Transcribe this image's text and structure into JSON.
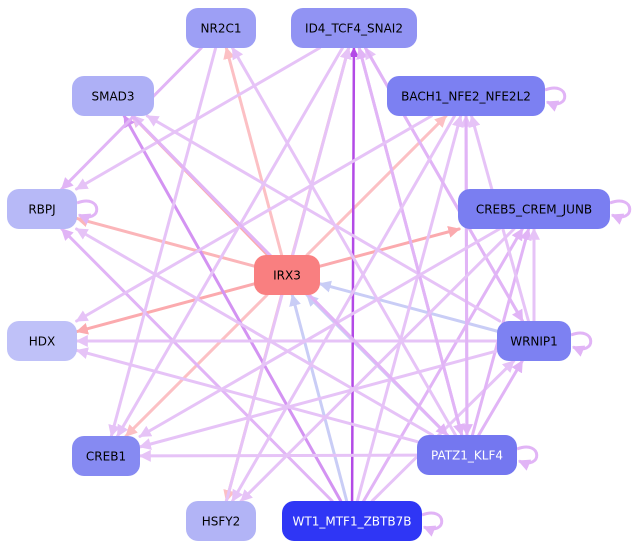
{
  "graph": {
    "type": "directed-network",
    "nodes": [
      {
        "id": "NR2C1",
        "label": "NR2C1",
        "color": "#9d9ff5",
        "text_color": "#000000"
      },
      {
        "id": "ID4_TCF4_SNAI2",
        "label": "ID4_TCF4_SNAI2",
        "color": "#9193f3",
        "text_color": "#000000"
      },
      {
        "id": "SMAD3",
        "label": "SMAD3",
        "color": "#aeb0f6",
        "text_color": "#000000"
      },
      {
        "id": "BACH1_NFE2_NFE2L2",
        "label": "BACH1_NFE2_NFE2L2",
        "color": "#7c80f2",
        "text_color": "#000000"
      },
      {
        "id": "RBPJ",
        "label": "RBPJ",
        "color": "#b7b9f7",
        "text_color": "#000000"
      },
      {
        "id": "CREB5_CREM_JUNB",
        "label": "CREB5_CREM_JUNB",
        "color": "#7a7ef1",
        "text_color": "#000000"
      },
      {
        "id": "IRX3",
        "label": "IRX3",
        "color": "#f97f80",
        "text_color": "#000000"
      },
      {
        "id": "HDX",
        "label": "HDX",
        "color": "#bfc1f8",
        "text_color": "#000000"
      },
      {
        "id": "WRNIP1",
        "label": "WRNIP1",
        "color": "#7d81f2",
        "text_color": "#000000"
      },
      {
        "id": "CREB1",
        "label": "CREB1",
        "color": "#868af2",
        "text_color": "#000000"
      },
      {
        "id": "PATZ1_KLF4",
        "label": "PATZ1_KLF4",
        "color": "#7477f0",
        "text_color": "#ffffff"
      },
      {
        "id": "HSFY2",
        "label": "HSFY2",
        "color": "#b2b4f6",
        "text_color": "#000000"
      },
      {
        "id": "WT1_MTF1_ZBTB7B",
        "label": "WT1_MTF1_ZBTB7B",
        "color": "#2f36f5",
        "text_color": "#ffffff"
      }
    ],
    "edges": [
      {
        "source": "IRX3",
        "target": "NR2C1",
        "color": "#fcc0c4"
      },
      {
        "source": "IRX3",
        "target": "ID4_TCF4_SNAI2",
        "color": "#fcc0c4"
      },
      {
        "source": "IRX3",
        "target": "SMAD3",
        "color": "#fbaaae"
      },
      {
        "source": "IRX3",
        "target": "BACH1_NFE2_NFE2L2",
        "color": "#fcc0c4"
      },
      {
        "source": "IRX3",
        "target": "RBPJ",
        "color": "#fbb5b9"
      },
      {
        "source": "IRX3",
        "target": "CREB5_CREM_JUNB",
        "color": "#fbaaae"
      },
      {
        "source": "IRX3",
        "target": "HDX",
        "color": "#fbaaae"
      },
      {
        "source": "IRX3",
        "target": "CREB1",
        "color": "#fcc0c4"
      },
      {
        "source": "IRX3",
        "target": "HSFY2",
        "color": "#fcc0c4"
      },
      {
        "source": "WRNIP1",
        "target": "IRX3",
        "color": "#c9cdf6"
      },
      {
        "source": "PATZ1_KLF4",
        "target": "IRX3",
        "color": "#c9cdf6"
      },
      {
        "source": "WT1_MTF1_ZBTB7B",
        "target": "IRX3",
        "color": "#c9cdf6"
      },
      {
        "source": "WT1_MTF1_ZBTB7B",
        "target": "ID4_TCF4_SNAI2",
        "color": "#b34ae6"
      },
      {
        "source": "WT1_MTF1_ZBTB7B",
        "target": "SMAD3",
        "color": "#d393f2"
      },
      {
        "source": "WT1_MTF1_ZBTB7B",
        "target": "BACH1_NFE2_NFE2L2",
        "color": "#e6c3f7"
      },
      {
        "source": "WT1_MTF1_ZBTB7B",
        "target": "CREB5_CREM_JUNB",
        "color": "#e1b4f6"
      },
      {
        "source": "WT1_MTF1_ZBTB7B",
        "target": "RBPJ",
        "color": "#e1b4f6"
      },
      {
        "source": "WT1_MTF1_ZBTB7B",
        "target": "WRNIP1",
        "color": "#e6c3f7"
      },
      {
        "source": "WT1_MTF1_ZBTB7B",
        "target": "WT1_MTF1_ZBTB7B",
        "color": "#e1b4f6"
      },
      {
        "source": "PATZ1_KLF4",
        "target": "ID4_TCF4_SNAI2",
        "color": "#e1b4f6"
      },
      {
        "source": "PATZ1_KLF4",
        "target": "BACH1_NFE2_NFE2L2",
        "color": "#e6c3f7"
      },
      {
        "source": "PATZ1_KLF4",
        "target": "CREB5_CREM_JUNB",
        "color": "#e1b4f6"
      },
      {
        "source": "PATZ1_KLF4",
        "target": "SMAD3",
        "color": "#e6c3f7"
      },
      {
        "source": "PATZ1_KLF4",
        "target": "RBPJ",
        "color": "#e6c3f7"
      },
      {
        "source": "PATZ1_KLF4",
        "target": "HDX",
        "color": "#e6c3f7"
      },
      {
        "source": "PATZ1_KLF4",
        "target": "CREB1",
        "color": "#e6c3f7"
      },
      {
        "source": "PATZ1_KLF4",
        "target": "WRNIP1",
        "color": "#e1b4f6"
      },
      {
        "source": "PATZ1_KLF4",
        "target": "PATZ1_KLF4",
        "color": "#e1b4f6"
      },
      {
        "source": "PATZ1_KLF4",
        "target": "NR2C1",
        "color": "#e6c3f7"
      },
      {
        "source": "WRNIP1",
        "target": "CREB5_CREM_JUNB",
        "color": "#e6c3f7"
      },
      {
        "source": "WRNIP1",
        "target": "BACH1_NFE2_NFE2L2",
        "color": "#e6c3f7"
      },
      {
        "source": "WRNIP1",
        "target": "ID4_TCF4_SNAI2",
        "color": "#e6c3f7"
      },
      {
        "source": "WRNIP1",
        "target": "SMAD3",
        "color": "#e6c3f7"
      },
      {
        "source": "WRNIP1",
        "target": "HDX",
        "color": "#e6c3f7"
      },
      {
        "source": "WRNIP1",
        "target": "CREB1",
        "color": "#e6c3f7"
      },
      {
        "source": "WRNIP1",
        "target": "WRNIP1",
        "color": "#e1b4f6"
      },
      {
        "source": "NR2C1",
        "target": "RBPJ",
        "color": "#e1b4f6"
      },
      {
        "source": "NR2C1",
        "target": "CREB1",
        "color": "#e6c3f7"
      },
      {
        "source": "ID4_TCF4_SNAI2",
        "target": "RBPJ",
        "color": "#e6c3f7"
      },
      {
        "source": "ID4_TCF4_SNAI2",
        "target": "CREB1",
        "color": "#e6c3f7"
      },
      {
        "source": "ID4_TCF4_SNAI2",
        "target": "PATZ1_KLF4",
        "color": "#e1b4f6"
      },
      {
        "source": "ID4_TCF4_SNAI2",
        "target": "WRNIP1",
        "color": "#e1b4f6"
      },
      {
        "source": "BACH1_NFE2_NFE2L2",
        "target": "BACH1_NFE2_NFE2L2",
        "color": "#e1b4f6"
      },
      {
        "source": "BACH1_NFE2_NFE2L2",
        "target": "HDX",
        "color": "#e6c3f7"
      },
      {
        "source": "BACH1_NFE2_NFE2L2",
        "target": "HSFY2",
        "color": "#e6c3f7"
      },
      {
        "source": "BACH1_NFE2_NFE2L2",
        "target": "PATZ1_KLF4",
        "color": "#e1b4f6"
      },
      {
        "source": "CREB5_CREM_JUNB",
        "target": "CREB5_CREM_JUNB",
        "color": "#e1b4f6"
      },
      {
        "source": "CREB5_CREM_JUNB",
        "target": "HSFY2",
        "color": "#e6c3f7"
      },
      {
        "source": "CREB5_CREM_JUNB",
        "target": "CREB1",
        "color": "#e6c3f7"
      },
      {
        "source": "RBPJ",
        "target": "RBPJ",
        "color": "#e1b4f6"
      },
      {
        "source": "SMAD3",
        "target": "PATZ1_KLF4",
        "color": "#e1b4f6"
      },
      {
        "source": "HSFY2",
        "target": "ID4_TCF4_SNAI2",
        "color": "#e6c3f7"
      }
    ]
  }
}
